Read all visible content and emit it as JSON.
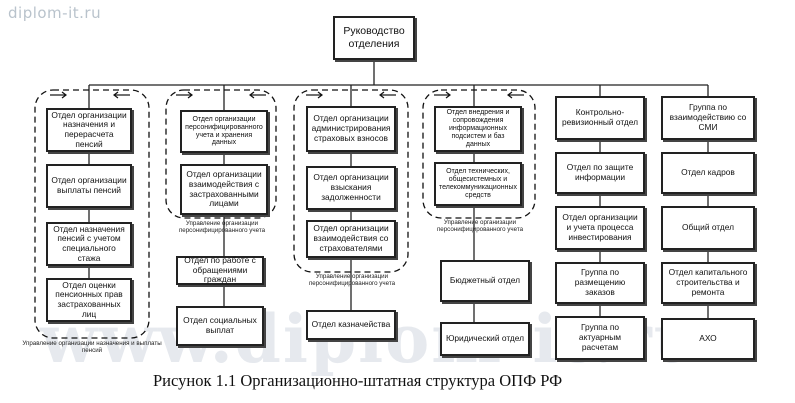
{
  "watermark_top": "diplom-it.ru",
  "watermark_big": "www.diplom-it.ru",
  "head": "Руководство отделения",
  "boxes": {
    "c1a": "Отдел организации назначения и перерасчета пенсий",
    "c1b": "Отдел организации выплаты пенсий",
    "c1c": "Отдел назначения пенсий с учетом специального стажа",
    "c1d": "Отдел оценки пенсионных прав застрахованных лиц",
    "c2a": "Отдел организации персонифицированного учета и хранения данных",
    "c2b": "Отдел организации взаимодействия с застрахованными лицами",
    "c2c": "Отдел по работе с обращениями граждан",
    "c2d": "Отдел социальных выплат",
    "c3a": "Отдел организации администрирования страховых взносов",
    "c3b": "Отдел организации взыскания задолженности",
    "c3c": "Отдел организации взаимодействия со страхователями",
    "c3d": "Отдел казначейства",
    "c4a": "Отдел внедрения и сопровождения информационных подсистем и баз данных",
    "c4b": "Отдел технических, общесистемных и телекоммуникационных средств",
    "c4c": "Бюджетный отдел",
    "c4d": "Юридический отдел",
    "c5a": "Контрольно-ревизионный отдел",
    "c5b": "Отдел по защите информации",
    "c5c": "Отдел организации и учета процесса инвестирования",
    "c5d": "Группа по размещению заказов",
    "c5e": "Группа по актуарным расчетам",
    "c6a": "Группа по взаимодействию со СМИ",
    "c6b": "Отдел кадров",
    "c6c": "Общий отдел",
    "c6d": "Отдел капитального строительства и ремонта",
    "c6e": "АХО"
  },
  "groups": {
    "g1": "Управление организации назначения и выплаты пенсий",
    "g2": "Управление организации персонифицированного учета",
    "g3": "Управление организации персонифицированного учета",
    "g4": "Управление организации персонифицированного учета"
  },
  "caption": "Рисунок 1.1  Организационно-штатная структура ОПФ РФ"
}
